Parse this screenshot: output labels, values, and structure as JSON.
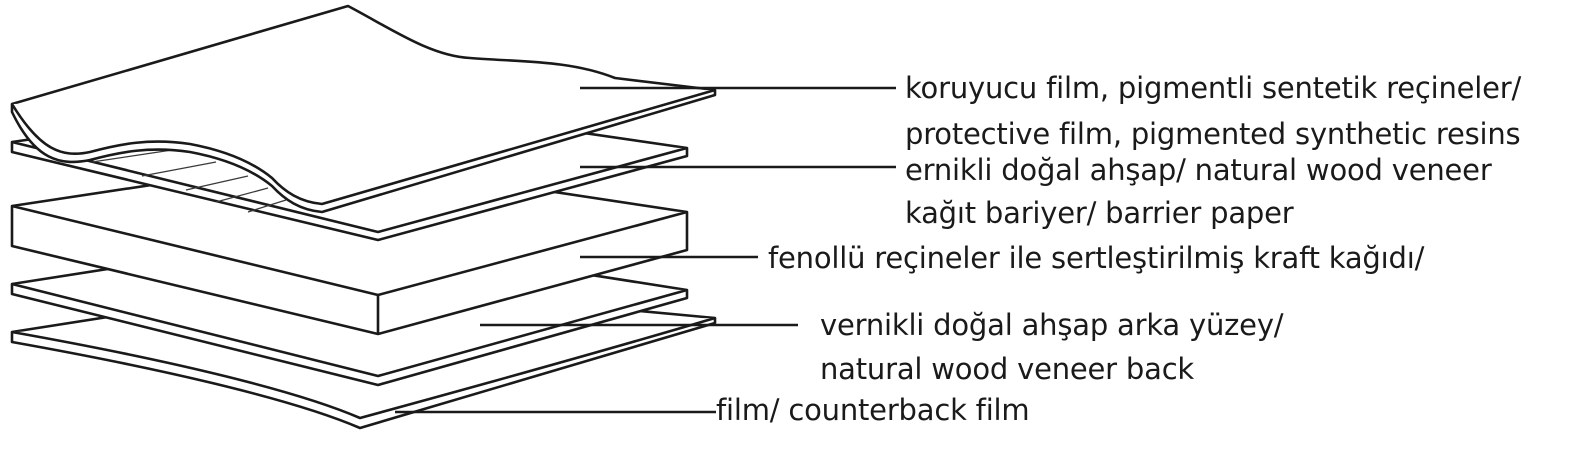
{
  "labels": {
    "protective_tr": "koruyucu film, pigmentli sentetik reçineler/",
    "protective_en": "protective film, pigmented synthetic resins",
    "veneer": "ernikli doğal ahşap/ natural wood veneer",
    "barrier": "kağıt bariyer/ barrier paper",
    "kraft": "fenollü reçineler ile sertleştirilmiş kraft kağıdı/",
    "back_tr": "vernikli doğal ahşap arka yüzey/",
    "back_en": "natural  wood veneer back",
    "counter": "film/ counterback film"
  },
  "colors": {
    "line": "#1a1a1a",
    "fill": "#ffffff"
  }
}
